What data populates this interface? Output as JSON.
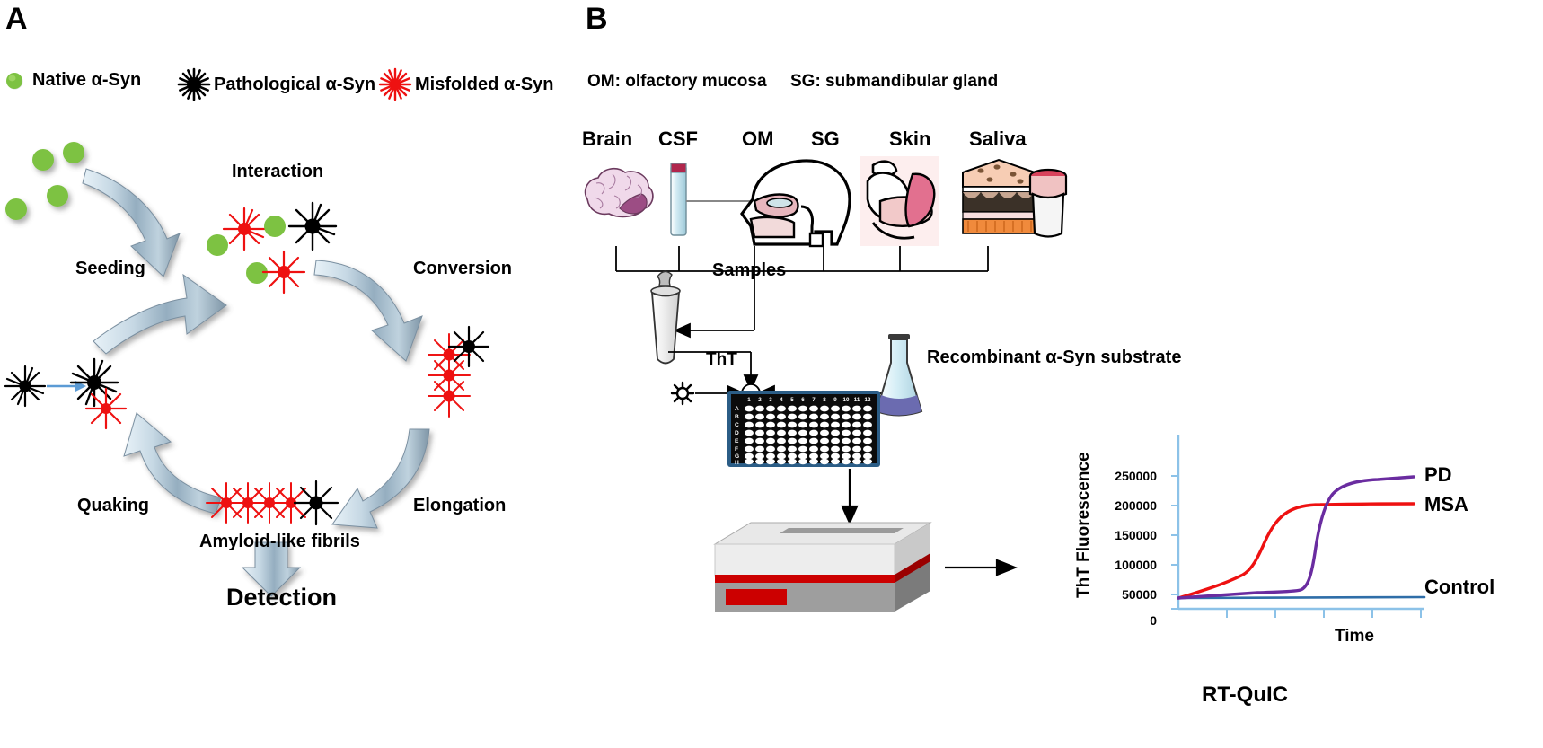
{
  "panels": {
    "a_letter": "A",
    "b_letter": "B"
  },
  "legend": {
    "items": [
      {
        "label": "Native α-Syn",
        "icon": "green-circle-icon",
        "color": "#7dc242"
      },
      {
        "label": "Pathological  α-Syn",
        "icon": "black-starburst-icon",
        "color": "#000000"
      },
      {
        "label": "Misfolded α-Syn",
        "icon": "red-starburst-icon",
        "color": "#ee1111"
      }
    ]
  },
  "cycle": {
    "steps": [
      {
        "label": "Seeding"
      },
      {
        "label": "Interaction"
      },
      {
        "label": "Conversion"
      },
      {
        "label": "Elongation"
      },
      {
        "label": "Quaking"
      }
    ],
    "fibrils_label": "Amyloid-like  fibrils",
    "detection_label": "Detection"
  },
  "panel_b": {
    "abbreviations": [
      "OM: olfactory mucosa",
      "SG: submandibular  gland"
    ],
    "sources": [
      {
        "label": "Brain",
        "icon": "brain-icon"
      },
      {
        "label": "CSF",
        "icon": "csf-tube-icon"
      },
      {
        "label": "OM",
        "icon": "olfactory-mucosa-icon"
      },
      {
        "label": "SG",
        "icon": "submandibular-gland-icon"
      },
      {
        "label": "Skin",
        "icon": "skin-biopsy-icon"
      },
      {
        "label": "Saliva",
        "icon": "saliva-cup-icon"
      }
    ],
    "samples_label": "Samples",
    "tht_label": "ThT",
    "substrate_label": "Recombinant α-Syn substrate",
    "plate": {
      "columns": [
        "1",
        "2",
        "3",
        "4",
        "5",
        "6",
        "7",
        "8",
        "9",
        "10",
        "11",
        "12"
      ],
      "rows": [
        "A",
        "B",
        "C",
        "D",
        "E",
        "F",
        "G",
        "H"
      ]
    },
    "reader_label": "",
    "assay_label": "RT-QuIC"
  },
  "chart_data": {
    "type": "line",
    "title": "RT-QuIC",
    "xlabel": "Time",
    "ylabel": "ThT Fluorescence",
    "yticks": [
      0,
      50000,
      100000,
      150000,
      200000,
      250000
    ],
    "ytick_labels": [
      "0",
      "50000",
      "100000",
      "150000",
      "200000",
      "250000"
    ],
    "ylim": [
      0,
      300000
    ],
    "xlim": [
      0,
      100
    ],
    "xticks": [
      0,
      20,
      40,
      60,
      80,
      100
    ],
    "xtick_labels": [
      "",
      "",
      "",
      "",
      "",
      ""
    ],
    "grid": false,
    "legend_position": "right-of-plot",
    "series": [
      {
        "name": "PD",
        "color": "#6a2ca0",
        "x": [
          0,
          5,
          10,
          15,
          20,
          25,
          30,
          35,
          40,
          42,
          44,
          46,
          48,
          50,
          52,
          54,
          56,
          58,
          60,
          65,
          70,
          75,
          80,
          85,
          90,
          95,
          100
        ],
        "y": [
          18000,
          20000,
          22000,
          24000,
          26000,
          28000,
          30000,
          32000,
          34000,
          35000,
          36000,
          40000,
          60000,
          110000,
          180000,
          230000,
          255000,
          266000,
          271000,
          275000,
          277000,
          278000,
          279000,
          280000,
          281000,
          282000,
          283000
        ]
      },
      {
        "name": "MSA",
        "color": "#ee1111",
        "x": [
          0,
          5,
          10,
          15,
          18,
          21,
          24,
          27,
          30,
          33,
          36,
          39,
          42,
          45,
          50,
          55,
          60,
          70,
          80,
          90,
          100
        ],
        "y": [
          18000,
          25000,
          33000,
          42000,
          50000,
          62000,
          85000,
          118000,
          150000,
          172000,
          186000,
          194000,
          198000,
          200000,
          201000,
          201500,
          202000,
          202500,
          203000,
          203000,
          203000
        ]
      },
      {
        "name": "Control",
        "color": "#2f6ea8",
        "x": [
          0,
          100
        ],
        "y": [
          18000,
          18500
        ]
      }
    ]
  }
}
